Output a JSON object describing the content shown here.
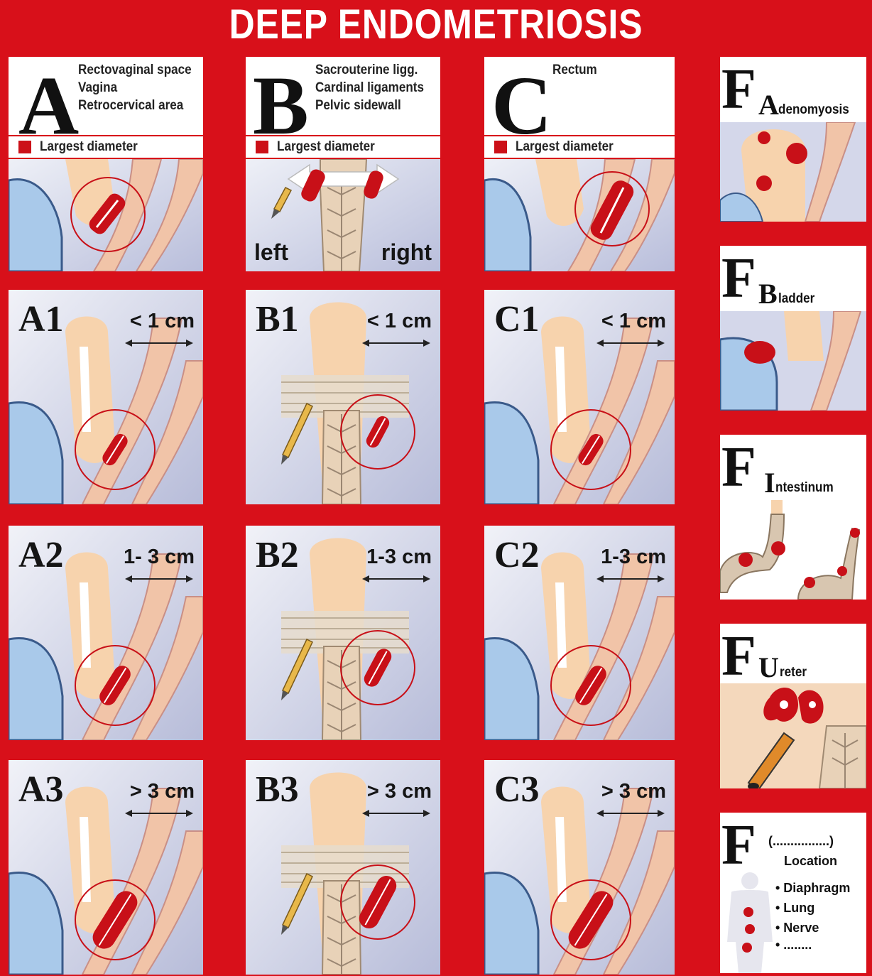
{
  "title": "DEEP ENDOMETRIOSIS",
  "top_panels": [
    {
      "letter": "A",
      "lines": [
        "Rectovaginal space",
        "Vagina",
        "Retrocervical area"
      ],
      "legend": "Largest diameter"
    },
    {
      "letter": "B",
      "lines": [
        "Sacrouterine ligg.",
        "Cardinal ligaments",
        "Pelvic sidewall"
      ],
      "legend": "Largest diameter",
      "left_label": "left",
      "right_label": "right"
    },
    {
      "letter": "C",
      "lines": [
        "Rectum"
      ],
      "legend": "Largest diameter"
    }
  ],
  "grade_panels": [
    {
      "code": "A1",
      "size": "< 1 cm"
    },
    {
      "code": "B1",
      "size": "< 1 cm"
    },
    {
      "code": "C1",
      "size": "< 1 cm"
    },
    {
      "code": "A2",
      "size": "1- 3 cm"
    },
    {
      "code": "B2",
      "size": "1-3 cm"
    },
    {
      "code": "C2",
      "size": "1-3 cm"
    },
    {
      "code": "A3",
      "size": "> 3 cm"
    },
    {
      "code": "B3",
      "size": "> 3 cm"
    },
    {
      "code": "C3",
      "size": "> 3 cm"
    }
  ],
  "f_panels": [
    {
      "letter": "F",
      "sub_initial": "A",
      "sub_rest": "denomyosis"
    },
    {
      "letter": "F",
      "sub_initial": "B",
      "sub_rest": "ladder"
    },
    {
      "letter": "F",
      "sub_initial": "I",
      "sub_rest": "ntestinum"
    },
    {
      "letter": "F",
      "sub_initial": "U",
      "sub_rest": "reter"
    },
    {
      "letter": "F",
      "sub_initial": "(................)",
      "sub_rest": "Location",
      "locations": [
        "• Diaphragm",
        "• Lung",
        "• Nerve",
        "• ........"
      ]
    }
  ],
  "colors": {
    "background": "#d8101a",
    "lesion": "#c81018",
    "tissue": "#f7d3ad",
    "backdrop": "#cdd0e4"
  }
}
